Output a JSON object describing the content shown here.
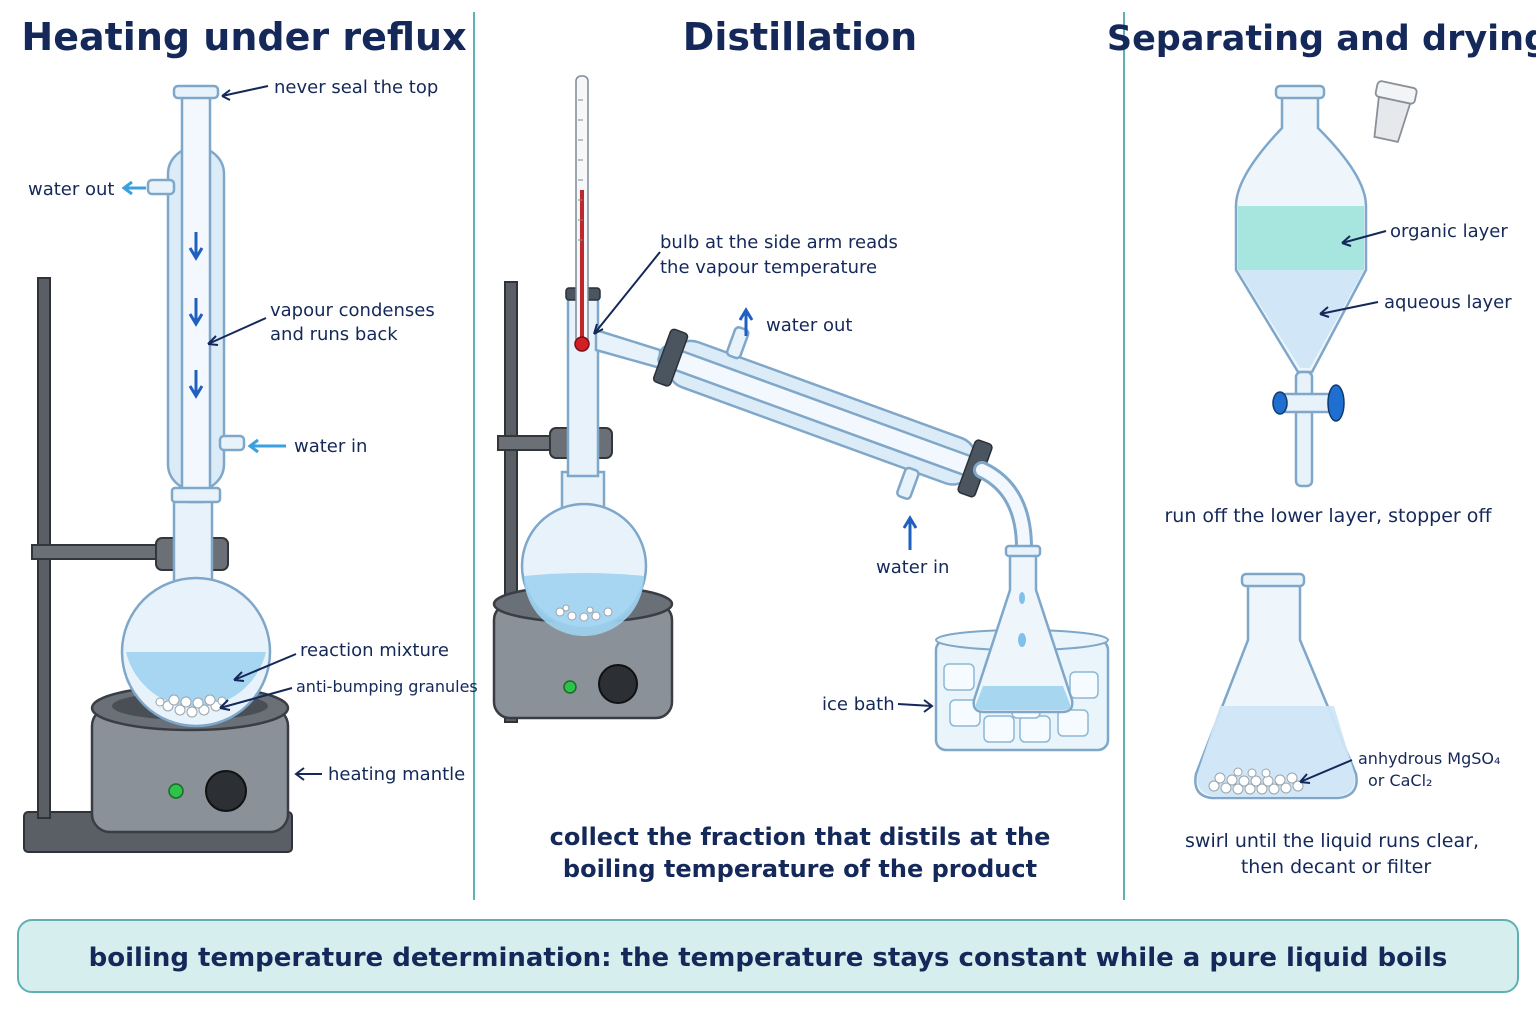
{
  "panels": {
    "reflux": {
      "title": "Heating under reflux",
      "labels": {
        "never_seal": "never seal the top",
        "water_out": "water out",
        "vapour_1": "vapour condenses",
        "vapour_2": "and runs back",
        "water_in": "water in",
        "reaction": "reaction mixture",
        "granules": "anti-bumping granules",
        "mantle": "heating mantle"
      }
    },
    "distillation": {
      "title": "Distillation",
      "labels": {
        "bulb_1": "bulb at the side arm reads",
        "bulb_2": "the vapour temperature",
        "water_out": "water out",
        "water_in": "water in",
        "ice_bath": "ice bath"
      },
      "caption_1": "collect the fraction that distils at the",
      "caption_2": "boiling temperature of the product"
    },
    "separating": {
      "title": "Separating and drying",
      "labels": {
        "organic": "organic layer",
        "aqueous": "aqueous layer",
        "run_off": "run off the lower layer, stopper off",
        "anhydrous": "anhydrous MgSO₄",
        "cacl2": "or CaCl₂",
        "swirl_1": "swirl until the liquid runs clear,",
        "swirl_2": "then decant or filter"
      }
    }
  },
  "banner": {
    "text": "boiling temperature determination: the temperature stays constant while a pure liquid boils"
  },
  "colors": {
    "title_navy": "#14285a",
    "divider_teal": "#5fb0b4",
    "banner_fill": "#d6efee",
    "water_arrow": "#3aa0e0",
    "liquid_blue": "#9fd3f0",
    "organic_teal": "#9ee3dc"
  }
}
